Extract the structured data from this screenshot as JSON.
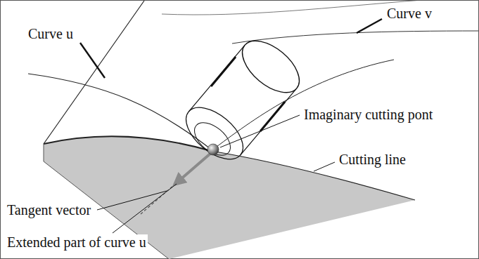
{
  "diagram": {
    "labels": [
      "Curve u",
      "Curve v",
      "Imaginary cutting pont",
      "Cutting line",
      "Tangent vector",
      "Extended part of curve u"
    ]
  }
}
